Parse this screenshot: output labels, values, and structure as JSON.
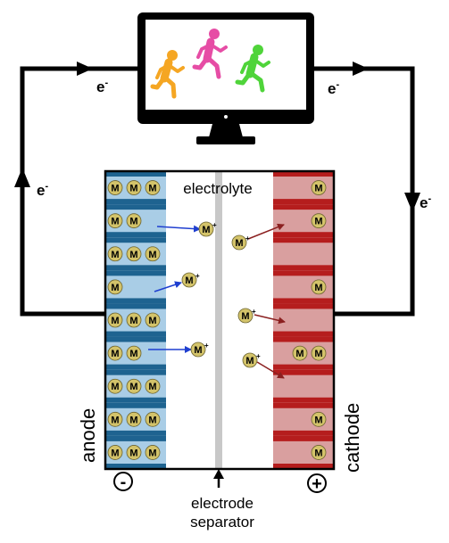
{
  "diagram": {
    "electron_label": "e",
    "electron_sign": "-",
    "electrolyte_label": "electrolyte",
    "anode_label": "anode",
    "cathode_label": "cathode",
    "anode_terminal": "-",
    "cathode_terminal": "+",
    "separator_label_line1": "electrode",
    "separator_label_line2": "separator",
    "metal_atom": "M",
    "metal_ion": "M",
    "ion_charge": "+",
    "colors": {
      "anode_dark": "#1e6390",
      "anode_light": "#a9cde6",
      "cathode_dark": "#b51d1d",
      "cathode_light": "#d99f9f",
      "atom_fill": "#d3c36a",
      "ion_arrow_anode_side": "#1f3fd0",
      "ion_arrow_cathode_side": "#8b2020",
      "runner_left": "#f5a623",
      "runner_middle": "#e64da5",
      "runner_right": "#4fd43a",
      "separator": "#c8c8c8"
    },
    "anode_rows": [
      3,
      2,
      3,
      1,
      3,
      2,
      3,
      3,
      3
    ],
    "cathode_rows": [
      1,
      1,
      0,
      1,
      0,
      2,
      0,
      1,
      1
    ]
  }
}
